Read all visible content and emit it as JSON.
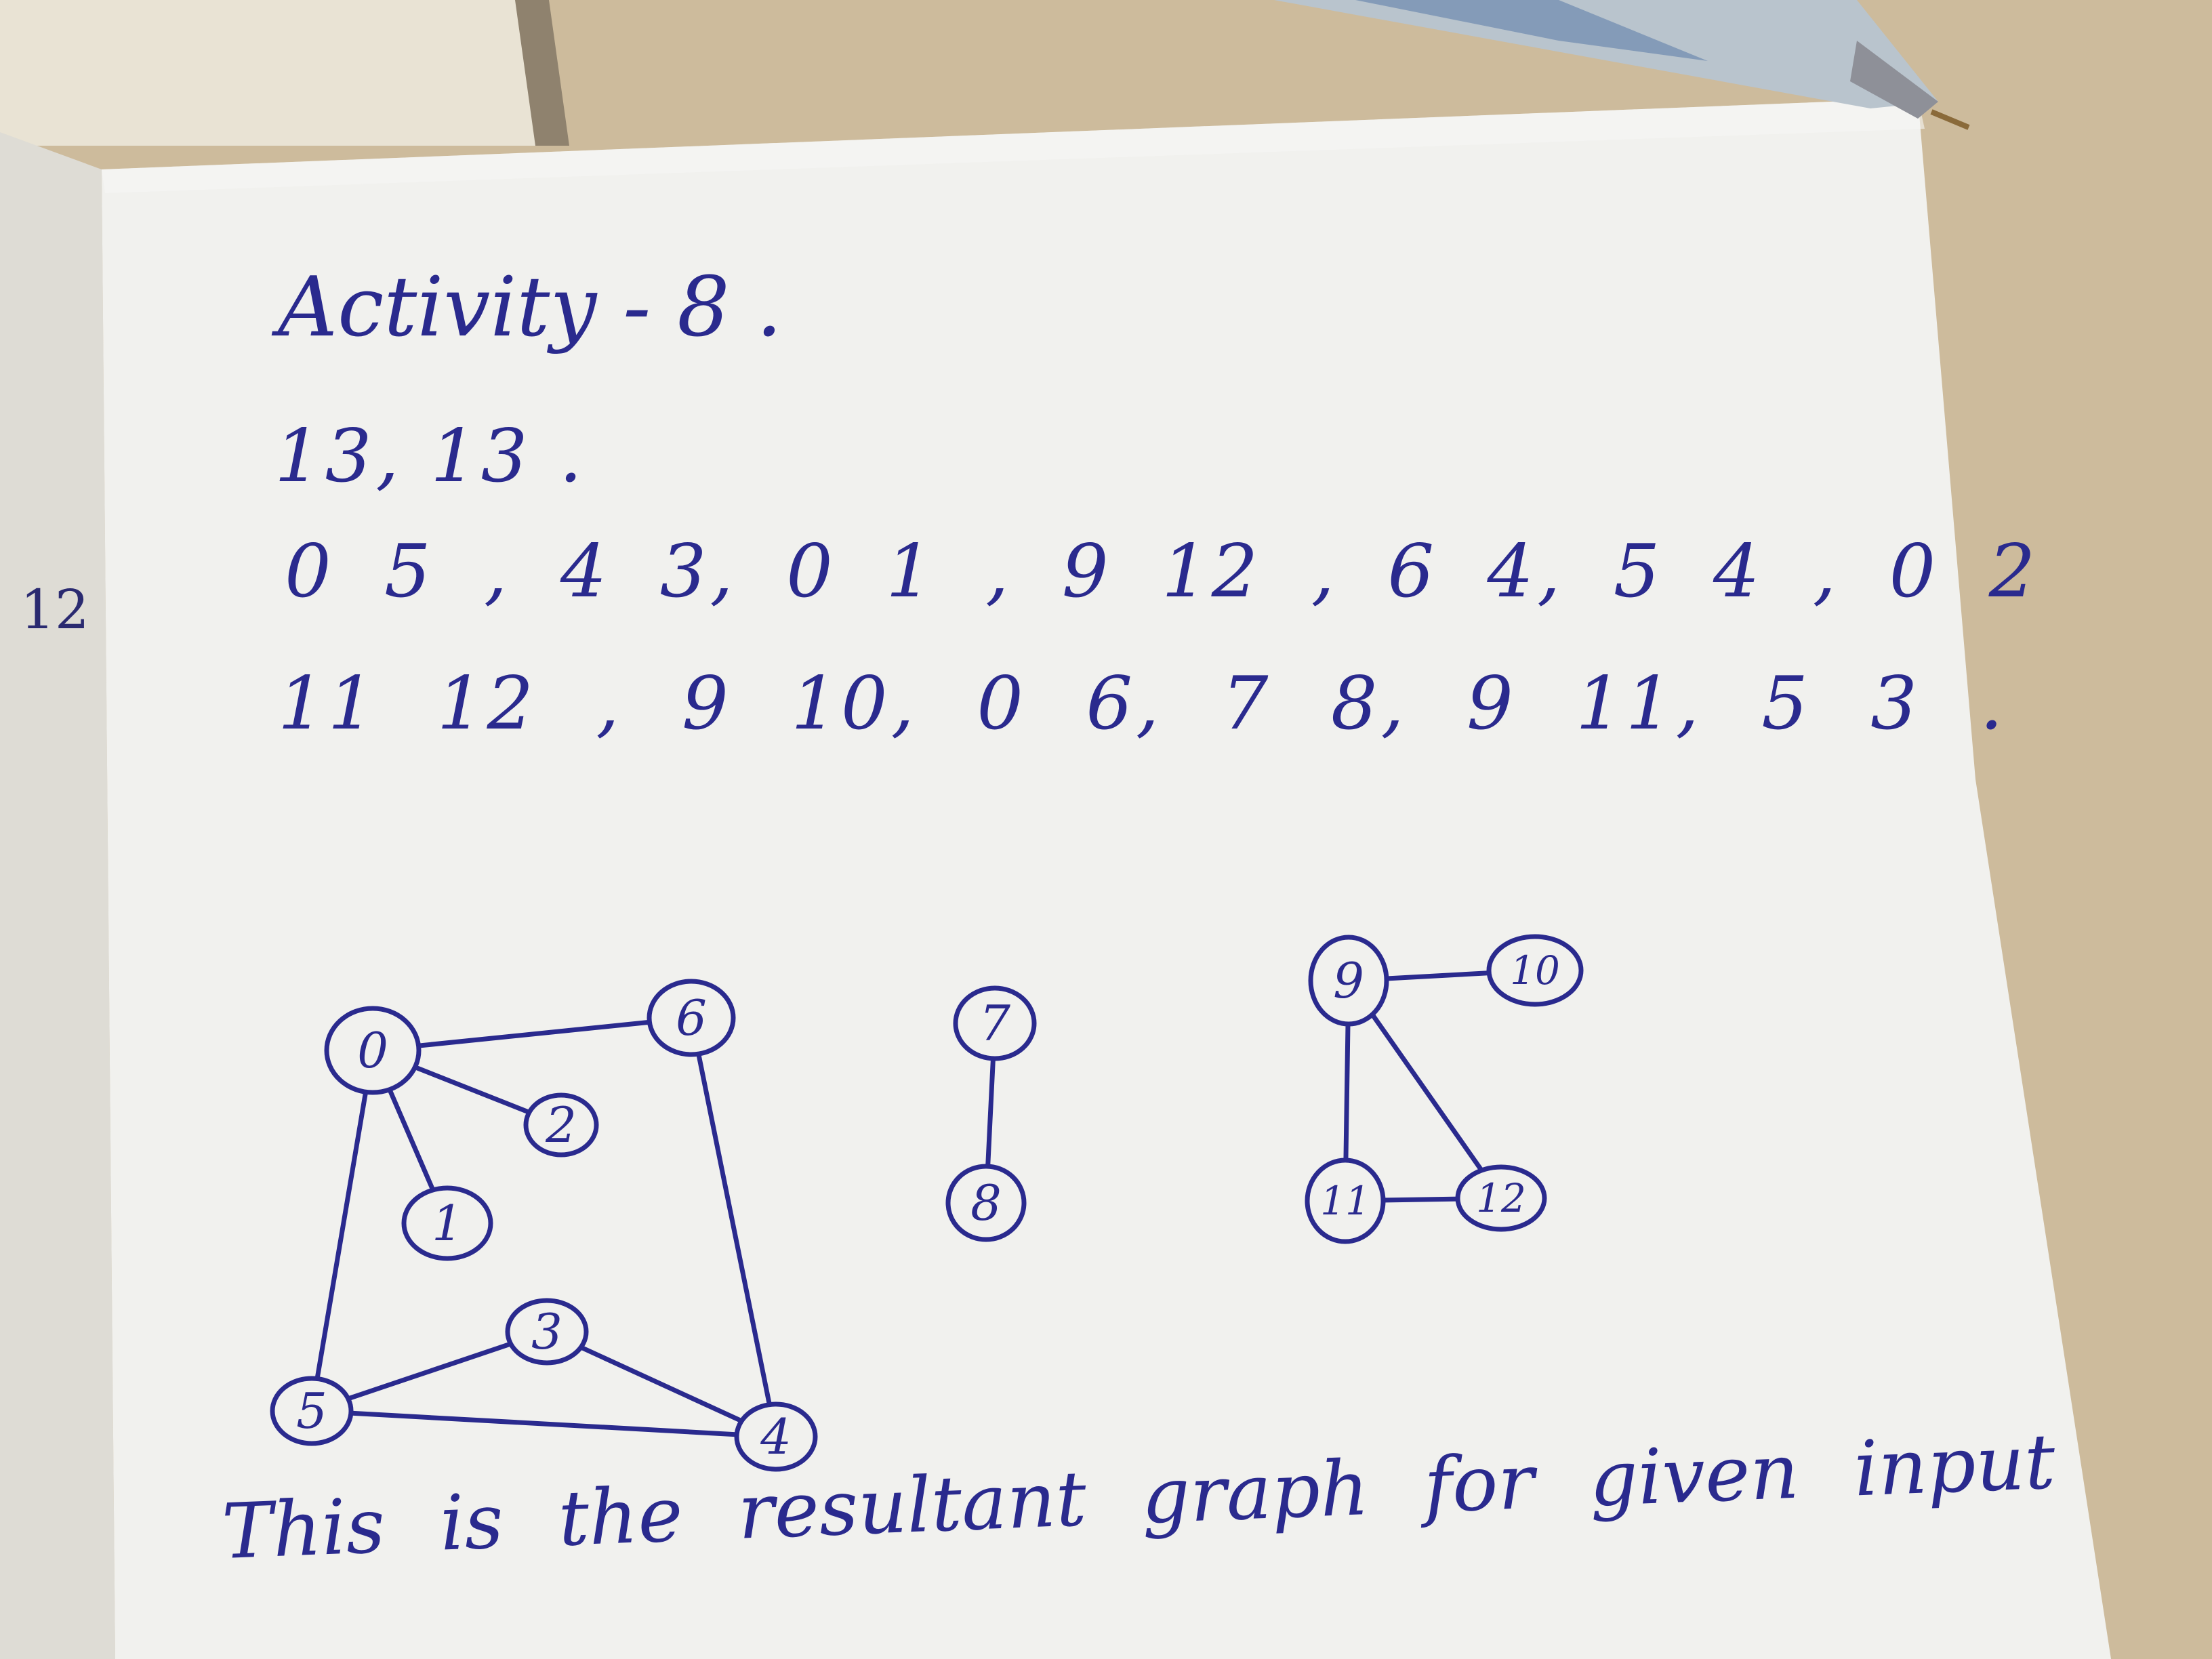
{
  "page": {
    "title": "Activity - 8 .",
    "header_line": "13, 13 .",
    "edge_line_1": "0 5 , 4 3, 0 1 , 9 12 , 6 4, 5 4 , 0 2",
    "edge_line_2": "11 12 , 9 10, 0 6, 7 8, 9 11, 5 3 .",
    "caption": "This is the resultant graph for given input",
    "margin_note": "12"
  },
  "graph": {
    "nodes": [
      {
        "id": "0",
        "label": "0"
      },
      {
        "id": "1",
        "label": "1"
      },
      {
        "id": "2",
        "label": "2"
      },
      {
        "id": "3",
        "label": "3"
      },
      {
        "id": "4",
        "label": "4"
      },
      {
        "id": "5",
        "label": "5"
      },
      {
        "id": "6",
        "label": "6"
      },
      {
        "id": "7",
        "label": "7"
      },
      {
        "id": "8",
        "label": "8"
      },
      {
        "id": "9",
        "label": "9"
      },
      {
        "id": "10",
        "label": "10"
      },
      {
        "id": "11",
        "label": "11"
      },
      {
        "id": "12",
        "label": "12"
      }
    ],
    "edges": [
      [
        "0",
        "5"
      ],
      [
        "4",
        "3"
      ],
      [
        "0",
        "1"
      ],
      [
        "9",
        "12"
      ],
      [
        "6",
        "4"
      ],
      [
        "5",
        "4"
      ],
      [
        "0",
        "2"
      ],
      [
        "11",
        "12"
      ],
      [
        "9",
        "10"
      ],
      [
        "0",
        "6"
      ],
      [
        "7",
        "8"
      ],
      [
        "9",
        "11"
      ],
      [
        "5",
        "3"
      ]
    ]
  },
  "colors": {
    "ink": "#2a2a8e",
    "paper": "#f1f1ee",
    "table": "#cdbb9c"
  }
}
